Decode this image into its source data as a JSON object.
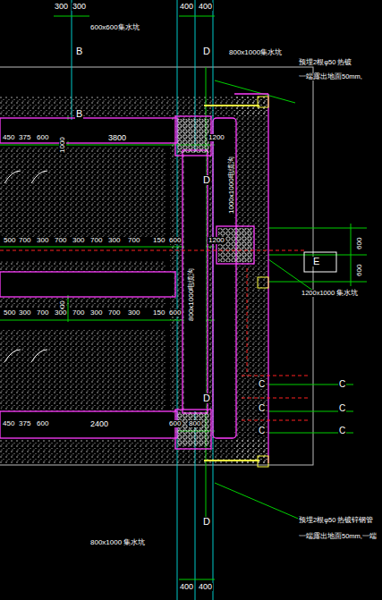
{
  "diagram": {
    "labels": [
      "300",
      "300",
      "600x600集水坑",
      "B",
      "B",
      "400",
      "400",
      "D",
      "800x1000集水坑",
      "预埋2根φ50 热镀",
      "一端露出地面50mm,",
      "1000",
      "3800",
      "1200",
      "450",
      "375",
      "600",
      "1000x1000电缆沟",
      "D",
      "500",
      "700",
      "300",
      "700",
      "300",
      "700",
      "300",
      "700",
      "150",
      "600",
      "1200",
      "600",
      "600",
      "E",
      "1200x1000 集水坑",
      "1000",
      "800x1000电缆沟",
      "500",
      "300",
      "700",
      "300",
      "700",
      "300",
      "700",
      "300",
      "150",
      "600",
      "C",
      "C",
      "C",
      "C",
      "C",
      "C",
      "D",
      "450",
      "375",
      "600",
      "2400",
      "600",
      "800",
      "预埋2根φ50 热镀锌钢管",
      "一端露出地面50mm,一端",
      "D",
      "800x1000 集水坑",
      "400",
      "400"
    ]
  }
}
